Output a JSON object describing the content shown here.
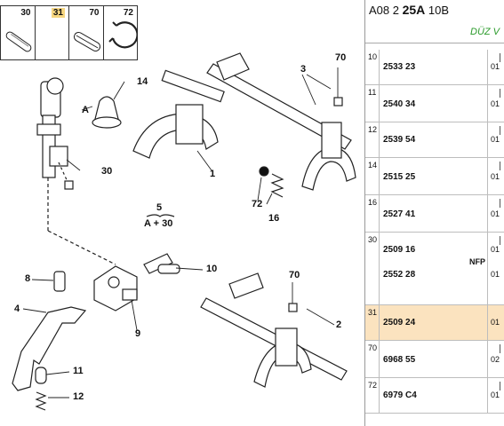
{
  "thumbnails": [
    {
      "num": "30",
      "highlighted": false
    },
    {
      "num": "31",
      "highlighted": true
    },
    {
      "num": "70",
      "highlighted": false
    },
    {
      "num": "72",
      "highlighted": false
    }
  ],
  "callouts": {
    "c1": "1",
    "c2": "2",
    "c3": "3",
    "c4": "4",
    "c8": "8",
    "c9": "9",
    "c10": "10",
    "c11": "11",
    "c12": "12",
    "c14": "14",
    "c16": "16",
    "c30": "30",
    "c70a": "70",
    "c70b": "70",
    "c72": "72",
    "cA": "A",
    "c5": "5",
    "cA30": "A + 30"
  },
  "panel": {
    "title_pre": "A08 2 ",
    "title_bold": "25A",
    "title_post": " 10B",
    "subtitle": "DÜZ V",
    "rows": [
      {
        "ref": "10",
        "part": "2533 23",
        "qty": "01",
        "highlighted": false
      },
      {
        "ref": "11",
        "part": "2540 34",
        "qty": "01",
        "highlighted": false
      },
      {
        "ref": "12",
        "part": "2539 54",
        "qty": "01",
        "highlighted": false
      },
      {
        "ref": "14",
        "part": "2515 25",
        "qty": "01",
        "highlighted": false
      },
      {
        "ref": "16",
        "part": "2527 41",
        "qty": "01",
        "highlighted": false
      },
      {
        "ref": "30",
        "part": "2509 16",
        "part2": "2552 28",
        "nfp": "NFP",
        "qty": "01",
        "qty2": "01",
        "highlighted": false
      },
      {
        "ref": "31",
        "part": "2509 24",
        "qty": "01",
        "highlighted": true
      },
      {
        "ref": "70",
        "part": "6968 55",
        "qty": "02",
        "highlighted": false
      },
      {
        "ref": "72",
        "part": "6979 C4",
        "qty": "01",
        "highlighted": false
      }
    ]
  },
  "colors": {
    "highlight_row": "#fbe3bf",
    "highlight_thumb": "#f6d680",
    "subtitle_green": "#2a9a2a"
  }
}
